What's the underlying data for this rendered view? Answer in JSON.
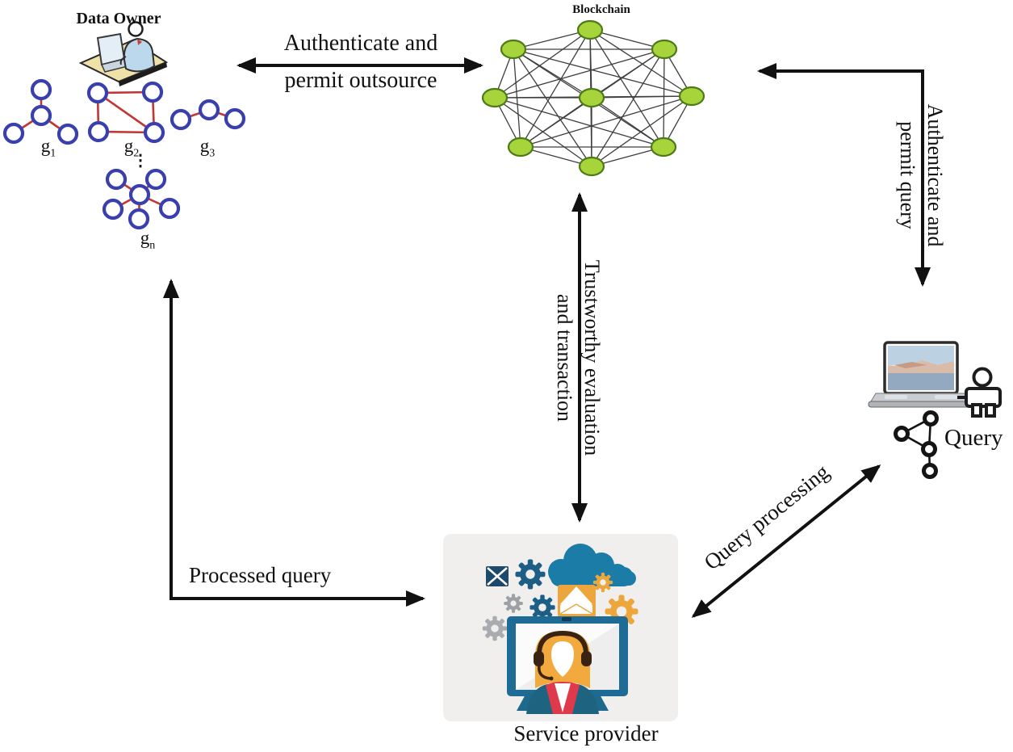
{
  "nodes": {
    "data_owner": {
      "title": "Data Owner"
    },
    "blockchain": {
      "title": "Blockchain"
    },
    "service_provider": {
      "caption": "Service provider"
    },
    "query_user": {
      "caption": "Query"
    }
  },
  "owner_graphs": {
    "g1": {
      "base": "g",
      "sub": "1"
    },
    "g2": {
      "base": "g",
      "sub": "2"
    },
    "g3": {
      "base": "g",
      "sub": "3"
    },
    "gn": {
      "base": "g",
      "sub": "n"
    },
    "ellipsis": "⋮"
  },
  "arrows": {
    "authenticate_outsource": {
      "line1": "Authenticate and",
      "line2": "permit outsource"
    },
    "authenticate_query": {
      "line1": "Authenticate and",
      "line2": "permit query"
    },
    "trustworthy_evaluation": {
      "line1": "Trustworthy evaluation",
      "line2": "and transaction"
    },
    "query_processing": {
      "label": "Query processing"
    },
    "processed_query": {
      "label": "Processed query"
    }
  },
  "icons": {
    "data_owner_icon": "person-working-at-laptop-on-mat",
    "blockchain_network_icon": "fully-connected-mesh-network",
    "query_laptop_icon": "laptop-with-landscape-wallpaper",
    "query_person_icon": "person-pictogram",
    "query_graph_icon": "small-subgraph",
    "service_provider_icon": "support-agent-with-cloud-gears-and-envelopes"
  },
  "colors": {
    "arrow": "#111111",
    "owner_node_ring": "#3a3fae",
    "owner_graph_edge": "#c43535",
    "blockchain_node_fill": "#a6d43a",
    "blockchain_node_border": "#4c7a18",
    "blockchain_edge": "#3f3f3f",
    "provider_bg": "#f1efed",
    "provider_teal": "#1b7ca8",
    "provider_dark_blue": "#1d5e86",
    "provider_orange": "#eda63b",
    "provider_gray": "#a0a4a8",
    "provider_red": "#df3a4c",
    "provider_navy": "#1d4a6b",
    "hair_orange": "#f2a93e",
    "laptop_teal": "#1e6b96"
  }
}
